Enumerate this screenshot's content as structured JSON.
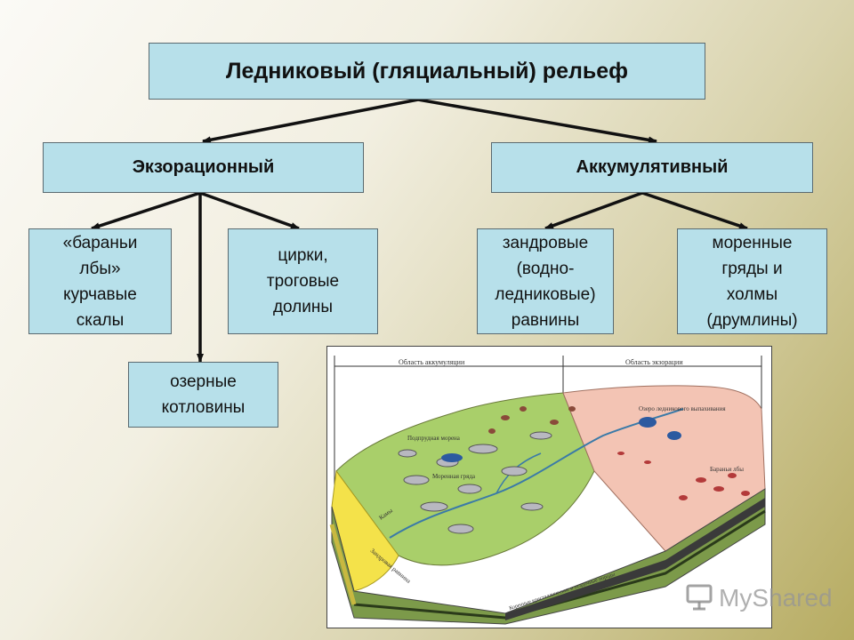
{
  "title": "Ледниковый (гляциальный) рельеф",
  "categories": {
    "left": "Экзорационный",
    "right": "Аккумулятивный"
  },
  "exaration": {
    "item1": [
      "«бараньи",
      "лбы»",
      "курчавые",
      "скалы"
    ],
    "item2": [
      "цирки,",
      "троговые",
      "долины"
    ],
    "item3": [
      "озерные",
      "котловины"
    ]
  },
  "accumulative": {
    "item1": [
      "зандровые",
      "(водно-",
      "ледниковые)",
      "равнины"
    ],
    "item2": [
      "моренные",
      "гряды и",
      "холмы",
      "(друмлины)"
    ]
  },
  "illustration": {
    "zone_accumulation": "Область аккумуляции",
    "zone_exaration": "Область экзорации",
    "lake_label": "Озеро ледникового выпахивания",
    "moraine_label": "Подпрудная морена",
    "ridge_label": "Моренная гряда",
    "kame_label": "Камы",
    "sandr_label": "Зандровая равнина",
    "bedrock_label": "Коренные кристаллические и осадочные породы",
    "lbyi_label": "Бараньи лбы"
  },
  "watermark": "MyShared",
  "colors": {
    "box_fill": "#b7e0ea",
    "arrow": "#111111"
  }
}
